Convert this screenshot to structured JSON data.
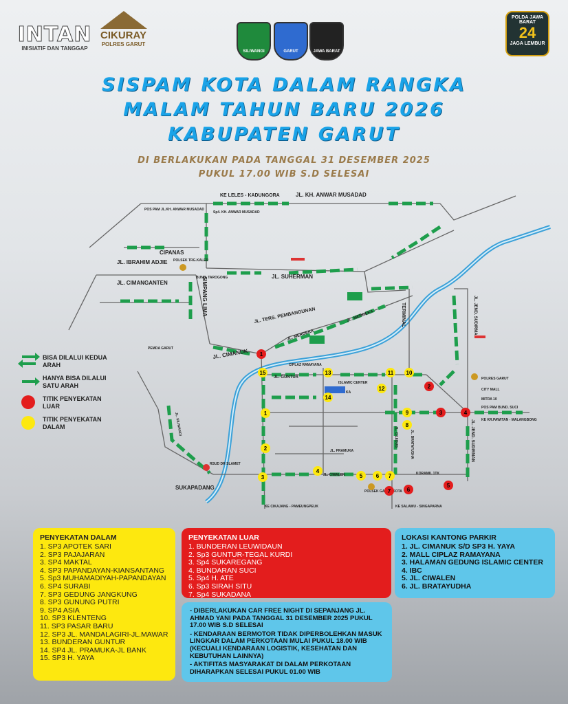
{
  "logos": {
    "intan": {
      "name": "INTAN",
      "tagline": "INISIATIF DAN TANGGAP"
    },
    "cikuray": {
      "name": "CIKURAY",
      "sub": "POLRES GARUT"
    },
    "emblems": [
      "SILIWANGI",
      "GARUT",
      "JAWA BARAT"
    ],
    "jaga_lembur": {
      "top": "POLDA JAWA BARAT",
      "number": "24",
      "bottom": "JAGA LEMBUR"
    }
  },
  "title": {
    "line1": "SISPAM KOTA DALAM RANGKA",
    "line2": "MALAM TAHUN BARU 2026",
    "line3": "KABUPATEN GARUT"
  },
  "subtitle": {
    "line1": "DI BERLAKUKAN PADA TANGGAL 31 DESEMBER 2025",
    "line2": "PUKUL 17.00 WIB S.D SELESAI"
  },
  "map_labels": {
    "ke_leles": "KE LELES - KADUNGORA",
    "anwar_musadad": "JL. KH. ANWAR MUSADAD",
    "pos_pam": "POS PAM JL.KH. ANWAR MUSADAD",
    "sp4_anwar": "Sp4. KH. ANWAR MUSADAD",
    "cipanas": "CIPANAS",
    "ibrahim_adjie": "JL. IBRAHIM ADJIE",
    "polsek_tarogong": "POLSEK TRG.KALER",
    "bunderan_tarogong": "BUNB. TAROGONG",
    "cimanganten": "JL. CIMANGANTEN",
    "suherman": "JL. SUHERMAN",
    "simpang_lima": "SIMPANG LIMA",
    "terusan_pembangunan": "JL. TERS. PEMBANGUNAN",
    "merdeka": "JL. MERDEKA",
    "terminal": "TERMINAL",
    "jend_sudirman": "JL. JEND. SUDIRMAN",
    "cimanuk": "JL. CIMANUK",
    "pemda_garut": "PEMDA GARUT",
    "guntur": "JL. GUNTUR",
    "ciplaz": "CIPLAZ RAMAYANA",
    "islamic_center": "ISLAMIC CENTER",
    "stasiun": "STASIUN KA",
    "polres_garut": "POLRES GARUT",
    "city_mall": "CITY MALL",
    "mitra10": "MITRA 10",
    "pos_pam_suci": "POS PAM BUND. SUCI",
    "ke_kadungora_malangbong": "KE KR.PAWITAN - MALANGBONG",
    "ciledug": "JL. CILEDUG",
    "bratayudha": "JL. BRATAYUDHA",
    "siliwangi": "JL. SILIWANGI",
    "pramuka": "JL. PRAMUKA",
    "sukapadang": "SUKAPADANG",
    "rsud": "RSUD DR SLAMET",
    "polsek_garut_kota": "POLSEK GARUT KOTA",
    "ke_cikajang": "KE CIKAJANG - PAMEUNGPEUK",
    "ke_bayongbong": "KE SALAWU - SINGAPARNA",
    "pos_kantor": "KORAMIL 1TK",
    "jl_ciwalen": "JL. CIWALEN"
  },
  "legend": [
    {
      "symbol": "two-way-arrow",
      "text": "BISA DILALUI KEDUA ARAH"
    },
    {
      "symbol": "one-way-arrow",
      "text": "HANYA BISA DILALUI SATU ARAH"
    },
    {
      "symbol": "red-dot",
      "text": "TITIK PENYEKATAN LUAR"
    },
    {
      "symbol": "yellow-dot",
      "text": "TITIK PENYEKATAN DALAM"
    }
  ],
  "penyekatan_dalam": {
    "title": "PENYEKATAN DALAM",
    "items": [
      "1. SP3 APOTEK SARI",
      "2. SP3 PAJAJARAN",
      "3. SP4 MAKTAL",
      "4. SP3 PAPANDAYAN-KIANSANTANG",
      "5. Sp3 MUHAMADIYAH-PAPANDAYAN",
      "6. SP4 SURABI",
      "7. SP3 GEDUNG JANGKUNG",
      "8. SP3 GUNUNG PUTRI",
      "9. SP4 ASIA",
      "10. SP3 KLENTENG",
      "11. SP3 PASAR BARU",
      "12. SP3 JL. MANDALAGIRI-JL.MAWAR",
      "13. BUNDERAN GUNTUR",
      "14. SP4 JL. PRAMUKA-JL BANK",
      "15. SP3 H. YAYA"
    ]
  },
  "penyekatan_luar": {
    "title": "PENYEKATAN LUAR",
    "items": [
      "1. BUNDERAN LEUWIDAUN",
      "2. Sp3 GUNTUR-TEGAL KURDI",
      "3. Sp4 SUKAREGANG",
      "4. BUNDARAN SUCI",
      "5. Sp4 H. ATE",
      "6. Sp3 SIRAH SITU",
      "7. Sp4 SUKADANA"
    ]
  },
  "kantong_parkir": {
    "title": "LOKASI KANTONG PARKIR",
    "items": [
      "1. JL. CIMANUK S/D SP3 H. YAYA",
      "2. MALL CIPLAZ RAMAYANA",
      "3. HALAMAN GEDUNG ISLAMIC CENTER",
      "4. IBC",
      "5. JL. CIWALEN",
      "6. JL. BRATAYUDHA"
    ]
  },
  "notes": [
    "- DIBERLAKUKAN CAR FREE NIGHT DI SEPANJANG JL. AHMAD YANI PADA TANGGAL 31 DESEMBER 2025 PUKUL 17.00 WIB S.D SELESAI",
    "- KENDARAAN BERMOTOR TIDAK DIPERBOLEHKAN MASUK LINGKAR DALAM PERKOTAAN MULAI PUKUL 18.00 WIB (KECUALI KENDARAAN LOGISTIK, KESEHATAN DAN KEBUTUHAN LAINNYA)",
    "- AKTIFITAS MASYARAKAT DI DALAM PERKOTAAN DIHARAPKAN SELESAI PUKUL 01.00 WIB"
  ],
  "checkpoints_outer": [
    "1",
    "2",
    "3",
    "4",
    "5",
    "6",
    "7"
  ],
  "checkpoints_inner": [
    "1",
    "2",
    "3",
    "4",
    "5",
    "6",
    "7",
    "8",
    "9",
    "10",
    "11",
    "12",
    "13",
    "14",
    "15"
  ],
  "colors": {
    "title_blue": "#1aa3e8",
    "road_green": "#1e9e4c",
    "outer_red": "#e31d1d",
    "inner_yellow": "#fde80f",
    "panel_blue": "#5fc6ea",
    "river_blue": "#3aa0d8"
  }
}
